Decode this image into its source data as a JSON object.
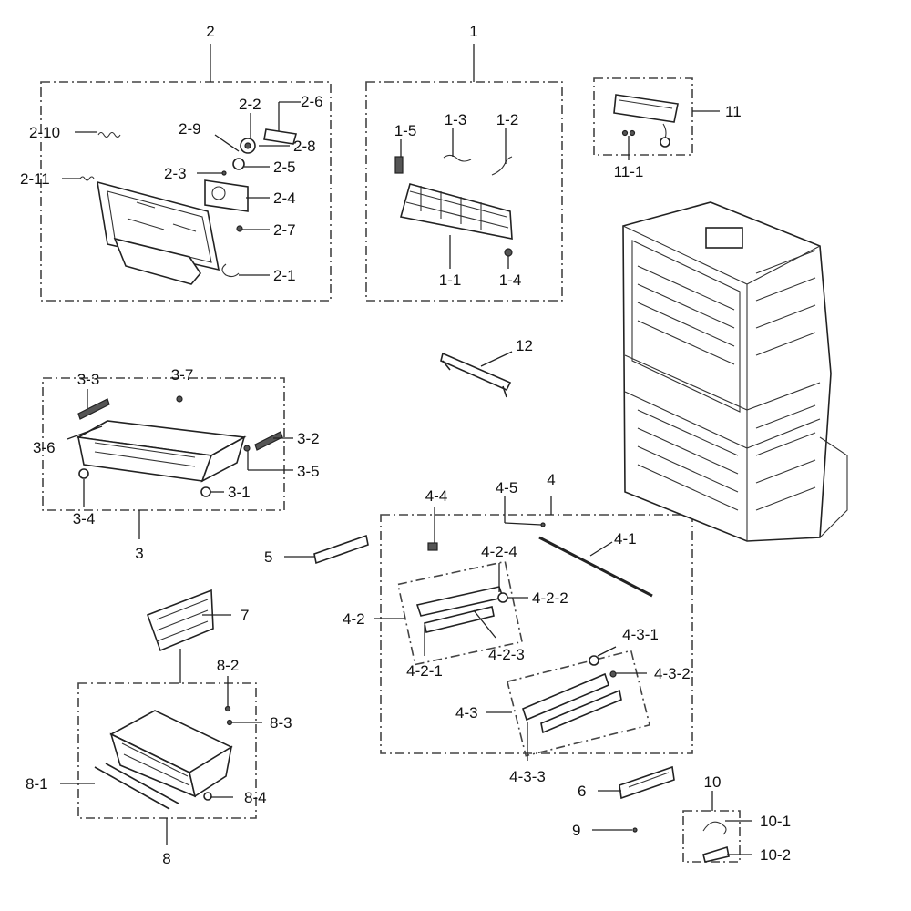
{
  "diagram": {
    "labels": {
      "l1": "1",
      "l1_1": "1-1",
      "l1_2": "1-2",
      "l1_3": "1-3",
      "l1_4": "1-4",
      "l1_5": "1-5",
      "l2": "2",
      "l2_1": "2-1",
      "l2_2": "2-2",
      "l2_3": "2-3",
      "l2_4": "2-4",
      "l2_5": "2-5",
      "l2_6": "2-6",
      "l2_7": "2-7",
      "l2_8": "2-8",
      "l2_9": "2-9",
      "l2_10": "2-10",
      "l2_11": "2-11",
      "l3": "3",
      "l3_1": "3-1",
      "l3_2": "3-2",
      "l3_3": "3-3",
      "l3_4": "3-4",
      "l3_5": "3-5",
      "l3_6": "3-6",
      "l3_7": "3-7",
      "l4": "4",
      "l4_1": "4-1",
      "l4_2": "4-2",
      "l4_2_1": "4-2-1",
      "l4_2_2": "4-2-2",
      "l4_2_3": "4-2-3",
      "l4_2_4": "4-2-4",
      "l4_3": "4-3",
      "l4_3_1": "4-3-1",
      "l4_3_2": "4-3-2",
      "l4_3_3": "4-3-3",
      "l4_4": "4-4",
      "l4_5": "4-5",
      "l5": "5",
      "l6": "6",
      "l7": "7",
      "l8": "8",
      "l8_1": "8-1",
      "l8_2": "8-2",
      "l8_3": "8-3",
      "l8_4": "8-4",
      "l9": "9",
      "l10": "10",
      "l10_1": "10-1",
      "l10_2": "10-2",
      "l11": "11",
      "l11_1": "11-1",
      "l12": "12"
    }
  }
}
